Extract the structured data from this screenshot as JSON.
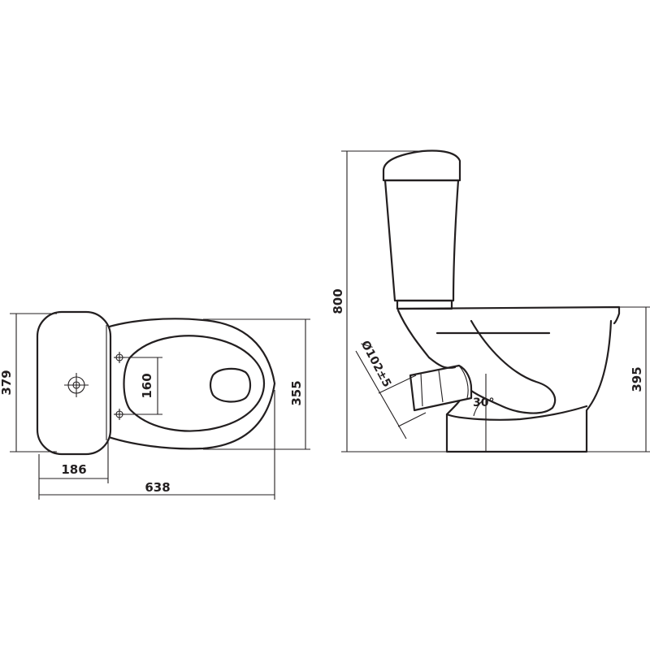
{
  "dimensions": {
    "depth_tank": "379",
    "depth_bowl": "355",
    "tank_length": "186",
    "total_length": "638",
    "bolt_spacing": "160",
    "total_height": "800",
    "bowl_height": "395",
    "outlet_diameter": "Ø102±5",
    "outlet_angle": "30°"
  },
  "colors": {
    "line": "#231f20",
    "background": "#ffffff"
  }
}
